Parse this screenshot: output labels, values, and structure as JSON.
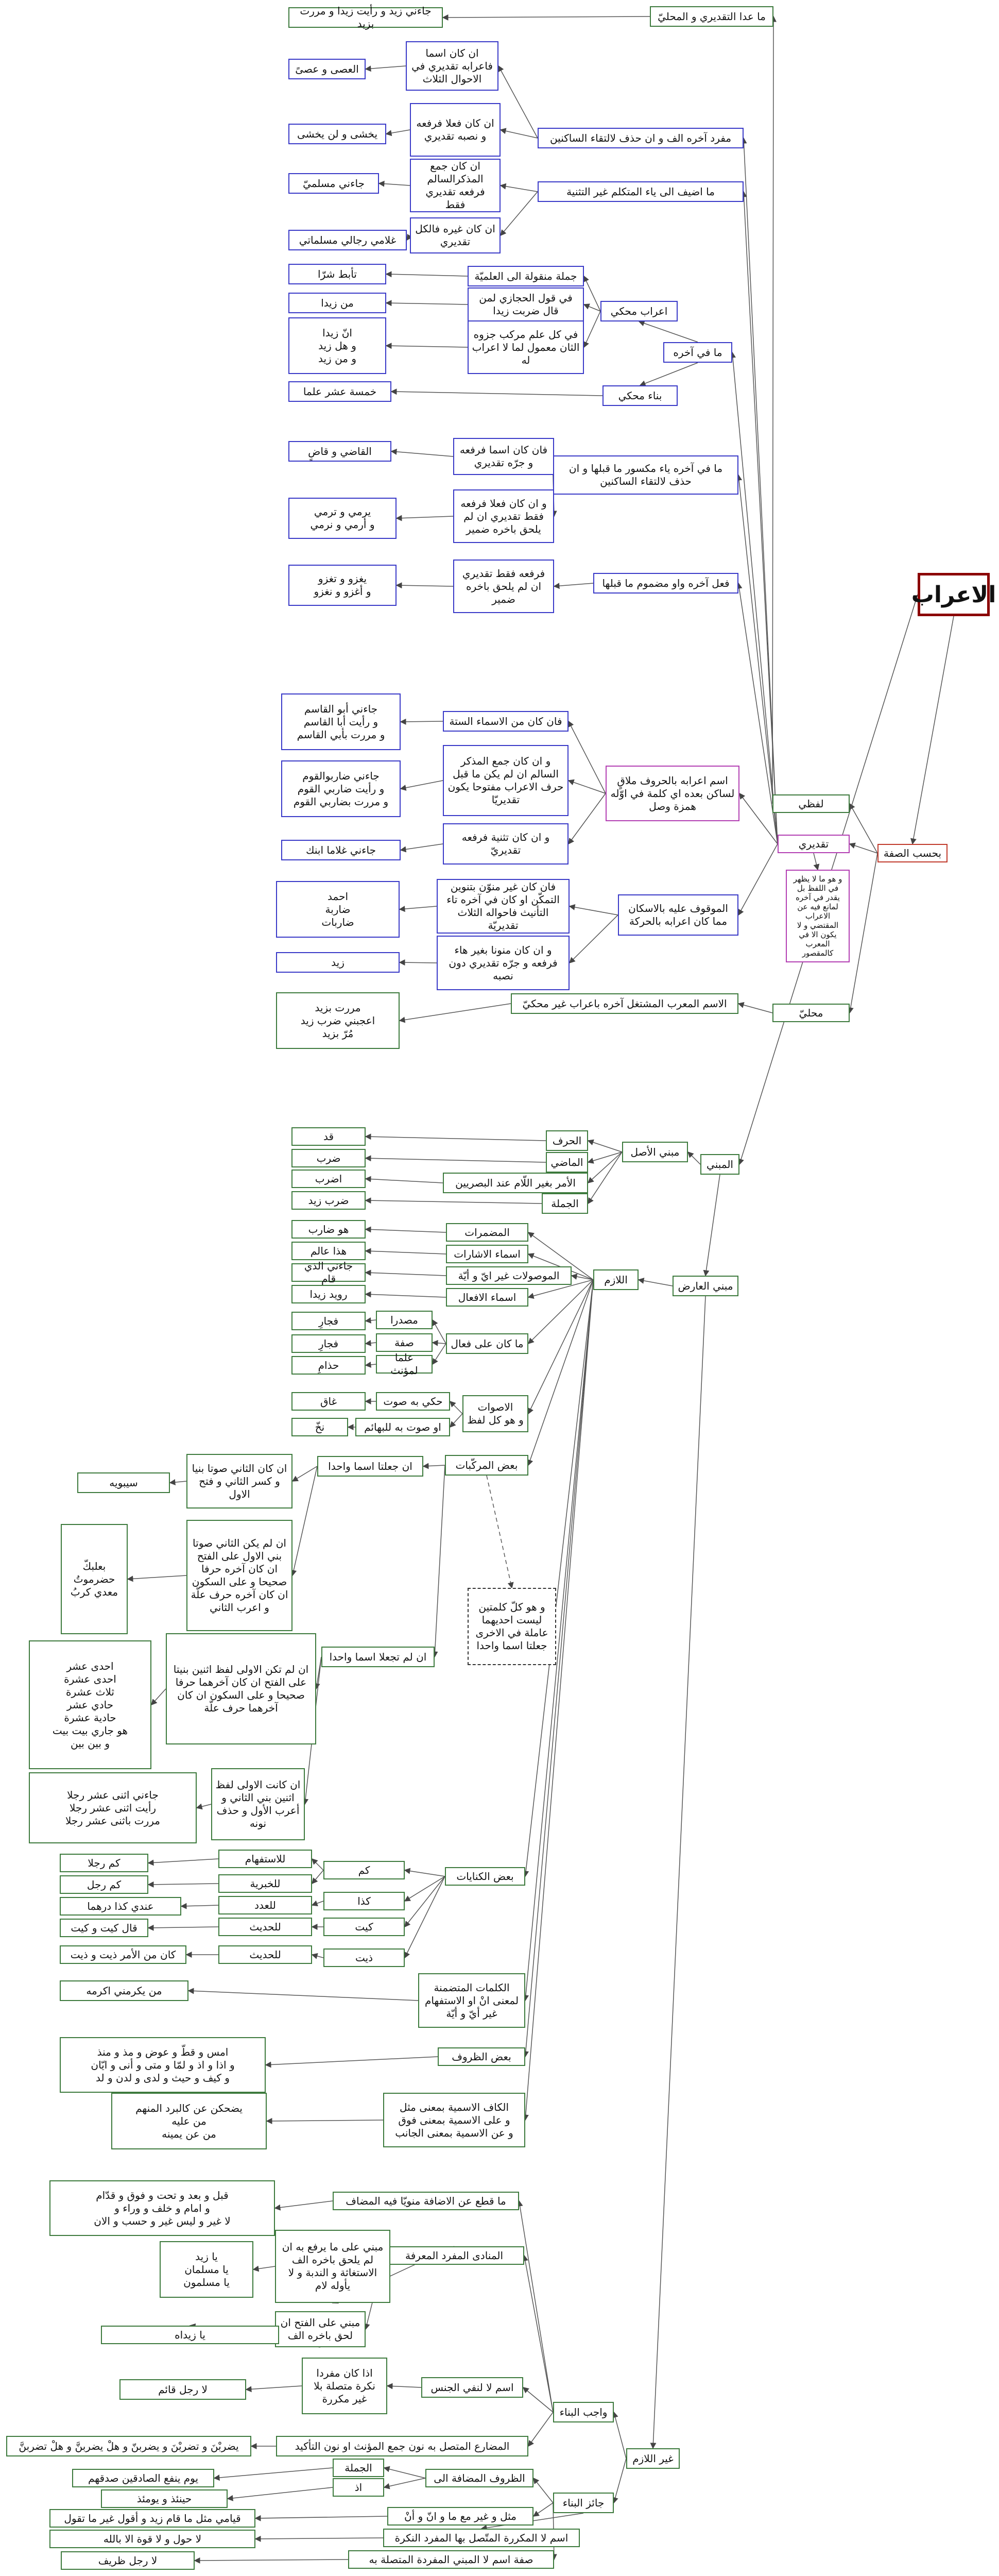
{
  "nodes": {
    "root": "الاعراب",
    "by_form": "بحسب الصفة",
    "lafzi": "لفظي",
    "taqdiri": "تقديري",
    "mahalli": "محليّ",
    "taqdiri_note": "و هو ما لا يظهر في اللفظ بل يقدر في آخره لمانع فيه عن الاعراب المقتضي و لا يكون الا في المعرب كالمقصور",
    "except_taqdiri": "ما عدا التقديري و المحليّ",
    "jani_zaid": "جاءني زيد و رأيت زيدا و مررت بزيد",
    "mufrad_alif": "مفرد آخره الف و ان حذف لالتقاء الساكنين",
    "in_ism_taqdiri": "ان كان اسما فاعرابه تقديري في الاحوال الثلاث",
    "asa": "العصى و عصىً",
    "in_fiel_alif": "ان كان فعلا فرفعه و نصبه تقديري",
    "yakhsha": "يخشى و لن يخشى",
    "mudaf_ya": "ما اضيف الى ياء المتكلم غير التثنية",
    "in_jam": "ان كان جمع المذكرالسالم فرفعه تقديري فقط",
    "muslimiyya": "جاءني مسلميّ",
    "in_ghair": "ان كان غيره فالكل تقديري",
    "ghulami": "غلامي رجالي مسلماتي",
    "jumla_manqula": "جملة منقولة الى العلميّة",
    "taabbata": "تأبط شرّا",
    "fi_qawl": "في قول الحجازي لمن قال ضربت زيدا",
    "man_zaidan": "من زيدا",
    "fi_kull_alam": "في كل علم مركب جزوه الثان معمول لما لا اعراب له",
    "anna_zaidan": "انّ زيدا\nو هل زيد\nو من زيد",
    "irab_muhki": "اعراب محكي",
    "ma_fi_akhirihi": "ما في آخره",
    "khamsata": "خمسة عشر علما",
    "bina_muhki": "بناء محكي",
    "ya_maksur": "ما في آخره ياء مكسور ما قبلها و ان حذف لالتقاء الساكنين",
    "fa_in_ism_ya": "فان كان اسما فرفعه و جرّه تقديري",
    "qadi": "القاضي و قاضٍ",
    "wa_in_fiel_ya": "و ان كان فعلا فرفعه فقط تقديري ان لم يلحق باخره ضمير",
    "yarmi": "يرمي و ترمي\nو أرمي و نرمي",
    "fiel_waw": "فعل آخره واو مضموم ما قبلها",
    "fa_rafuhu": "فرفعه فقط تقديري ان لم يلحق باخره ضمير",
    "yaghzu": "يغزو و تغزو\nو أغزو و نغزو",
    "fa_in_sitta": "فان كان من الاسماء الستة",
    "abu_qasim": "جاءني أبو القاسم\nو رأيت أبا القاسم\nو مررت بأبي القاسم",
    "wa_in_jam_mudhakkar": "و ان كان جمع المذكر السالم ان لم يكن ما قبل حرف الاعراب مفتوحا يكون تقديريّا",
    "daribu_qawm": "جاءني ضاربوالقوم\nو رأيت ضاربي القوم\nو مررت بضاربي القوم",
    "wa_in_tathniya": "و ان كان تثنية فرفعه تقديريّ",
    "ghulama_ibnik": "جاءني غلاما ابنك",
    "ism_irab_huruf": "اسم اعرابه بالحروف ملاقٍ لساكن بعده اي كلمة في اوّله همزة وصل",
    "fa_in_ghair_munawwan": "فان كان غير منوّن بتنوين التمكّن او كان في آخره تاء التأنيث فاحواله الثلاث تقديريّة",
    "ahmad": "احمد\nضاربة\nضاربات",
    "wa_in_munawwan": "و ان كان منونا بغير هاء فرفعه و جرّه تقديري دون نصبه",
    "zaid": "زيد",
    "mawquf": "الموقوف عليه بالاسكان مما كان اعرابه بالحركة",
    "ism_murab_mushtaghil": "الاسم المعرب المشتغل آخره باعراب غير محكيّ",
    "marartu_bizaid": "مررت بزيد\nاعجبني ضرب زيد\nمُرّ بزيد",
    "mabni": "المبني",
    "mabni_asl": "مبني الأصل",
    "mabni_arid": "مبني العارض",
    "harf": "الحرف",
    "qad": "قد",
    "madi": "الماضي",
    "daraba": "ضرب",
    "amr": "الأمر بغير اللّام عند البصريين",
    "idrib": "اضرب",
    "jumla": "الجملة",
    "daraba_zaid": "ضرب زيد",
    "lazim": "اللازم",
    "ghair_lazim": "غير اللازم",
    "mudmarat": "المضمرات",
    "huwa_darib": "هو ضارب",
    "asma_ishara": "اسماء الاشارات",
    "hadha_alim": "هذا عالم",
    "mawsulat": "الموصولات غير ايّ و أيّة",
    "alladhi_qam": "جاءني الذي قام",
    "asma_afal": "اسماء الافعال",
    "ruwaid": "رويد زيدا",
    "ma_kana_fial": "ما كان على فعال",
    "masdaran": "مصدرا",
    "fajari": "فجارِ",
    "sifa": "صفة",
    "fajari2": "فجارِ",
    "alam_muannath": "علما لمؤنث",
    "hadhami": "حذامِ",
    "aswat": "الاصوات\nو هو كل لفظ",
    "hukiya_sawt": "حكي به صوت",
    "ghaq": "غاق",
    "sawwita": "او صوت به للبهائم",
    "nakh": "نخّ",
    "bad_murakkabat": "بعض المركّبات",
    "in_juila_ism": "ان جعلتا اسما واحدا",
    "in_thani_sawt": "ان كان الثاني صوتا بنيا و كسر الثاني و فتح الاول",
    "sibawayh": "سيبويه",
    "in_lam_yakun_thani": "ان لم يكن الثاني صوتا بني الاول على الفتح ان كان آخره حرفا صحيحا و على السكون ان كان آخره حرف علّة و اعرب الثاني",
    "baalbak": "بعلبكّ\nحضرموتُ\nمعدي كربُ",
    "huwa_kull_kalimatayn": "و هو كلّ كلمتين ليست احديهما عاملة في الاخرى جعلتا اسما واحدا",
    "in_lam_tujala": "ان لم تجعلا اسما واحدا",
    "in_lam_takun_ula": "ان لم تكن الاولى لفظ اثنين بنيتا على الفتح ان كان آخرهما حرفا صحيحا و على السكون ان كان آخرهما حرف علّة",
    "ahada_ashar": "احدى عشر\nاحدى عشرة\nثلاث عشرة\nحادي عشر\nحادية عشرة\nهو جاري بيت بيت\nو بين بين",
    "in_kanat_ula": "ان كانت الاولى لفظ اثنين بني الثاني و أعرب الأول و حذف نونه",
    "ithna_ashar": "جاءني اثنى عشر رجلا\nرأيت اثنى عشر رجلا\nمررت باثنى عشر رجلا",
    "bad_kinayat": "بعض الكنايات",
    "kam": "كم",
    "lil_istifham": "للاستفهام",
    "kam_rajulan": "كم رجلا",
    "lil_khabariyya": "للخبرية",
    "kam_rajul": "كم رجل",
    "kadha": "كذا",
    "lil_adad": "للعدد",
    "indi_kadha": "عندي كذا درهما",
    "kayt": "كيت",
    "lil_hadith": "للحديث",
    "qala_kayt": "قال كيت و كيت",
    "dhayt": "ذيت",
    "lil_hadith2": "للحديث",
    "kana_min_amr": "كان من الأمر ذيت و ذيت",
    "kalimat_mutadammina": "الكلمات المتضمنة لمعنى انْ او الاستفهام غير أيّ و أيّة",
    "man_yukrimni": "من يكرمني اكرمه",
    "bad_zuruf": "بعض الظروف",
    "ams": "امس و قطّ و عوض و مذ و منذ\nو اذا و اذ و لمّا و متى و أنى و ايّان\nو كيف و حيث و لدى و لدن و لد",
    "kaf_ismiyya": "الكاف الاسمية بمعنى مثل\nو على الاسمية بمعنى فوق\nو عن الاسمية بمعنى الجانب",
    "yadhakun": "يضحكن عن كالبرد المنهم\nمن عليه\nمن عن يمينه",
    "wajib_bina": "واجب البناء",
    "jaiz_bina": "جائز البناء",
    "ma_quti": "ما قطع عن الاضافة منويّا فيه المضاف",
    "qabl_bad": "قبل و بعد و تحت و فوق و قدّام\nو امام و خلف و وراء و\nلا غير و ليس غير و حسب و الان",
    "munada": "المنادى المفرد المعرفة",
    "mabni_ma_yurfa": "مبني على ما يرفع به ان لم يلحق باخره الف الاستغاثة و الندبة و لا يأوله لام",
    "ya_zaid": "يا زيد\nيا مسلمان\nيا مسلمون",
    "mabni_fath": "مبني على الفتح ان لحق باخره الف",
    "ya_zaidah": "يا زيداه",
    "ism_la": "اسم لا لنفي الجنس",
    "idha_kana_mufrad": "اذا كان مفردا نكرة متصلة بلا غير مكررة",
    "la_rajul_qaim": "لا رجل قائم",
    "mudari": "المضارع المتصل به نون جمع المؤنث او نون التأكيد",
    "yadribna": "يضربْنَ و تضربْنَ و يضربنّ و هلْ يضربنَّ و هلْ تضربنَّ",
    "zuruf_mudafa": "الظروف المضافة الى",
    "al_jumla": "الجملة",
    "yawma_yanfau": "يوم ينفع الصادقين صدقهم",
    "idh": "اذ",
    "hinaidh": "حينئذ و يومئذ",
    "mithl_ghair": "مثل و غير مع ما و انّ و أنْ",
    "qiyami": "قيامي مثل ما قام زيد و أقول غير ما تقول",
    "ism_la_mukarrar": "اسم لا المكررة المتّصل بها المفرد النكرة",
    "la_hawla": "لا حول و لا قوة الا بالله",
    "sifat_ism_la": "صفة اسم لا المبني المفردة المتصلة به",
    "la_rajul_zarif": "لا رجل ظريف"
  }
}
